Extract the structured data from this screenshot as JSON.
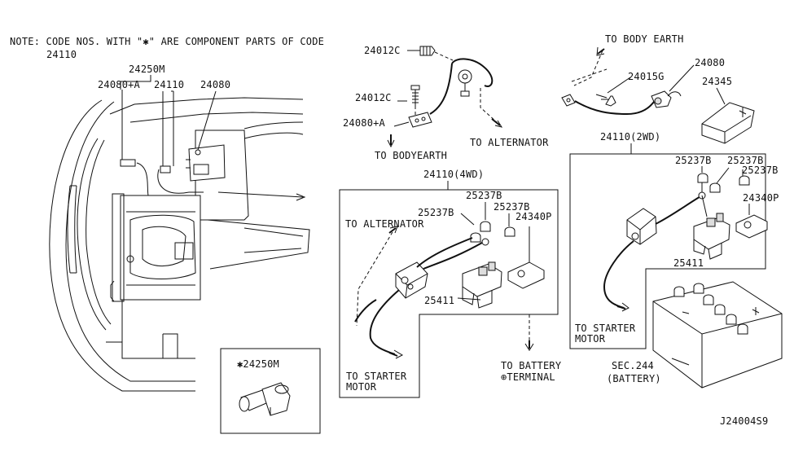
{
  "note": {
    "line1": "NOTE: CODE NOS. WITH \"✱\" ARE COMPONENT PARTS OF CODE",
    "line2": "24110"
  },
  "labels": {
    "p24250M": "24250M",
    "p24080A_left": "24080+A",
    "p24110_left": "24110",
    "p24080_left": "24080",
    "p24012C_top": "24012C",
    "p24012C_mid": "24012C",
    "p24080A_mid": "24080+A",
    "to_body_earth_mid": "TO BODYEARTH",
    "to_alternator_top": "TO ALTERNATOR",
    "to_body_earth_right": "TO BODY EARTH",
    "p24015G": "24015G",
    "p24080_right": "24080",
    "p24345": "24345",
    "p24110_2wd": "24110(2WD)",
    "p24110_4wd": "24110(4WD)",
    "p25237B_4wd_a": "25237B",
    "p25237B_4wd_b": "25237B",
    "p25237B_4wd_c": "25237B",
    "p24340P_4wd": "24340P",
    "to_alternator_4wd": "TO ALTERNATOR",
    "p25411_4wd": "25411",
    "to_starter_4wd_1": "TO STARTER",
    "to_starter_4wd_2": "MOTOR",
    "to_battery_1": "TO BATTERY",
    "to_battery_2": "⊕TERMINAL",
    "p25237B_2wd_a": "25237B",
    "p25237B_2wd_b": "25237B",
    "p25237B_2wd_c": "25237B",
    "p24340P_2wd": "24340P",
    "p25411_2wd": "25411",
    "to_starter_2wd_1": "TO STARTER",
    "to_starter_2wd_2": "MOTOR",
    "sec244_1": "SEC.244",
    "sec244_2": "(BATTERY)",
    "inset_part": "✱24250M",
    "diagram_code": "J24004S9"
  }
}
